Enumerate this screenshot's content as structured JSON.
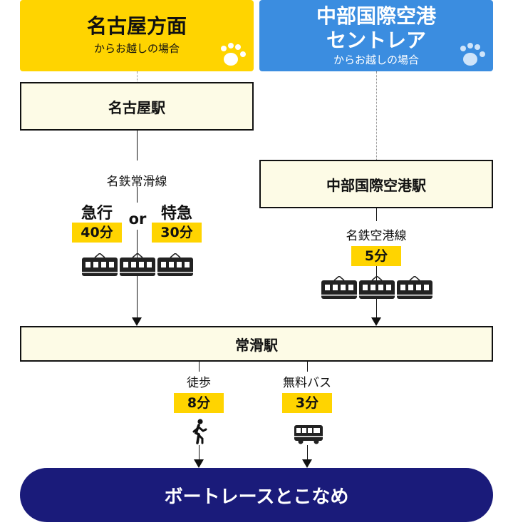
{
  "origins": {
    "nagoya": {
      "title": "名古屋方面",
      "subtitle": "からお越しの場合"
    },
    "airport": {
      "title_line1": "中部国際空港",
      "title_line2": "セントレア",
      "subtitle": "からお越しの場合"
    }
  },
  "stations": {
    "nagoya": "名古屋駅",
    "airport": "中部国際空港駅",
    "tokoname": "常滑駅"
  },
  "routes": {
    "left": {
      "line": "名鉄常滑線",
      "express_label": "急行",
      "express_time": "40分",
      "or_label": "or",
      "limited_label": "特急",
      "limited_time": "30分"
    },
    "right": {
      "line": "名鉄空港線",
      "time": "5分"
    },
    "walk": {
      "label": "徒歩",
      "time": "8分"
    },
    "bus": {
      "label": "無料バス",
      "time": "3分"
    }
  },
  "destination": "ボートレースとこなめ",
  "colors": {
    "yellow": "#ffd400",
    "blue": "#3b8de0",
    "navy": "#1a1b7a",
    "station_bg": "#fdfbe6"
  },
  "icons": [
    "train-icon",
    "walker-icon",
    "bus-icon",
    "paw-icon"
  ]
}
